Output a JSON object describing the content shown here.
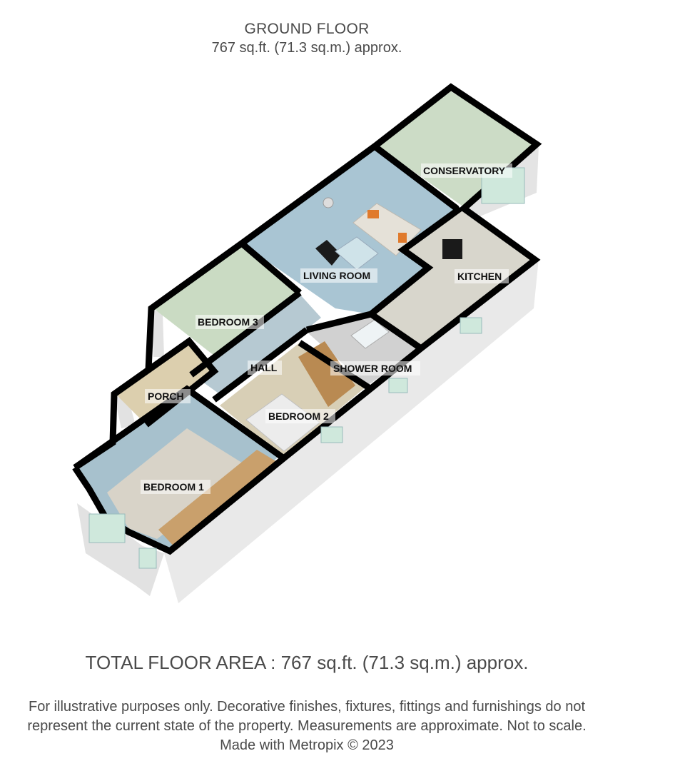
{
  "header": {
    "floor_name": "GROUND FLOOR",
    "floor_area": "767 sq.ft. (71.3 sq.m.) approx."
  },
  "rooms": {
    "conservatory": "CONSERVATORY",
    "living_room": "LIVING ROOM",
    "kitchen": "KITCHEN",
    "bedroom_3": "BEDROOM 3",
    "hall": "HALL",
    "shower_room": "SHOWER ROOM",
    "porch": "PORCH",
    "bedroom_2": "BEDROOM 2",
    "bedroom_1": "BEDROOM 1"
  },
  "footer": {
    "total_floor_area": "TOTAL FLOOR AREA : 767 sq.ft. (71.3 sq.m.) approx.",
    "disclaimer_line1": "For illustrative purposes only. Decorative finishes, fixtures, fittings and furnishings do not",
    "disclaimer_line2": "represent the current state of the property. Measurements are approximate. Not to scale.",
    "credit": "Made with Metropix © 2023"
  },
  "colors": {
    "wall": "#000000",
    "exterior_wall": "#e6e6e6",
    "floor_carpet": "#dcd8cf",
    "wall_blue": "#9fbccb",
    "wall_green": "#bfd3b8",
    "wall_beige": "#d7c9a9",
    "wood_floor": "#c9a06c",
    "text": "#4a4a4a"
  }
}
